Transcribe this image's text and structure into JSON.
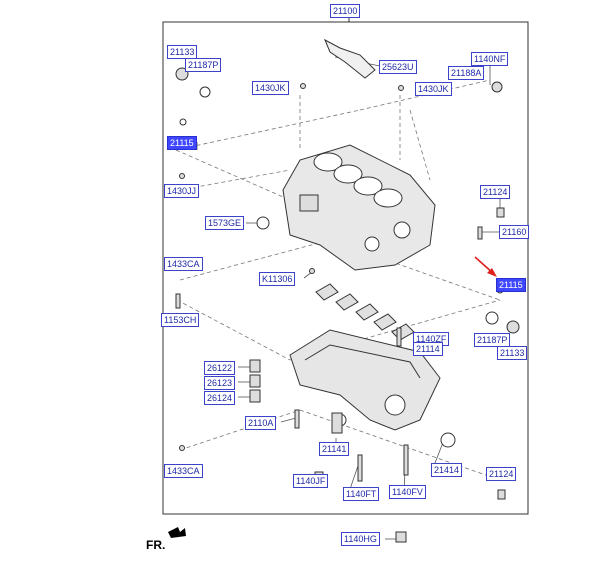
{
  "labels": {
    "l21100": "21100",
    "l21133a": "21133",
    "l21187pa": "21187P",
    "l25623u": "25623U",
    "l1140nf": "1140NF",
    "l21188a": "21188A",
    "l1430jk_l": "1430JK",
    "l1430jk_r": "1430JK",
    "l21115a": "21115",
    "l1430jj": "1430JJ",
    "l21124a": "21124",
    "l1573ge": "1573GE",
    "l21160": "21160",
    "l1433ca_a": "1433CA",
    "lk11306": "K11306",
    "l21115b": "21115",
    "l1153ch": "1153CH",
    "l21187pb": "21187P",
    "l21133b": "21133",
    "l1140zf": "1140ZF",
    "l21114": "21114",
    "l26122": "26122",
    "l26123": "26123",
    "l26124": "26124",
    "l2110a": "2110A",
    "l21141": "21141",
    "l1433ca_b": "1433CA",
    "l21414": "21414",
    "l21124b": "21124",
    "l1140jf": "1140JF",
    "l1140ft": "1140FT",
    "l1140fv": "1140FV",
    "l1140hg": "1140HG"
  },
  "front_label": "FR.",
  "colors": {
    "label_text": "#1f2aa8",
    "label_border": "#3b44c9",
    "highlight_bg": "#3f46ff",
    "arrow": "#e0201c",
    "line": "#555555"
  }
}
